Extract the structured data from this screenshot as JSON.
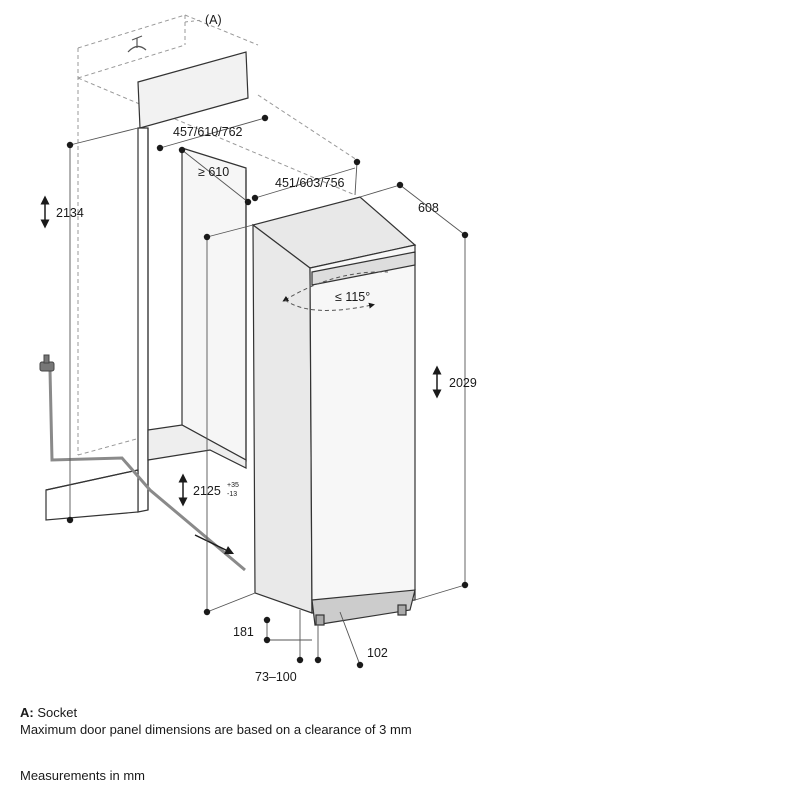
{
  "callout_a": "(A)",
  "dimensions": {
    "niche_width": "457/610/762",
    "niche_depth_min": "≥ 610",
    "appliance_width": "451/603/756",
    "appliance_depth": "608",
    "niche_height": "2134",
    "appliance_height": "2029",
    "install_height_base": "2125",
    "install_height_plus": "+35",
    "install_height_minus": "-13",
    "door_angle": "≤ 115°",
    "toe_kick_height": "181",
    "toe_kick_depth": "102",
    "plinth_range": "73–100"
  },
  "legend": {
    "a_key": "A:",
    "a_text": " Socket",
    "note": "Maximum door panel dimensions are based on a clearance of 3 mm",
    "units": "Measurements in mm"
  }
}
